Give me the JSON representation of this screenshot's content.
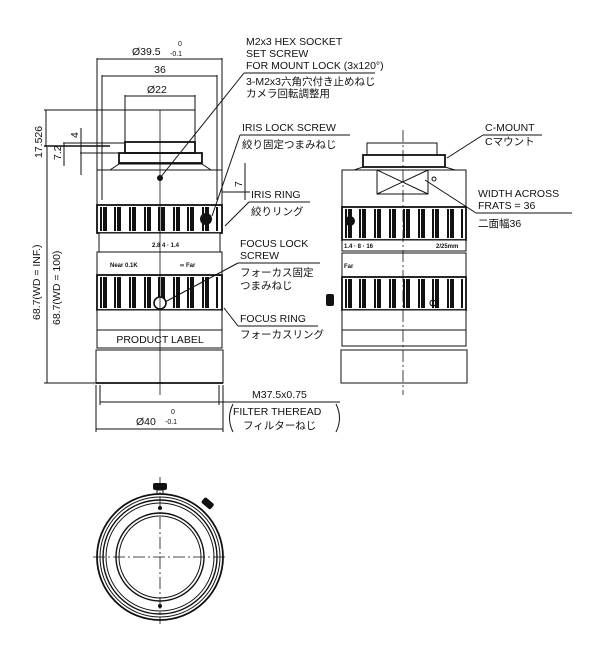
{
  "dimensions": {
    "outer_diameter": "Ø39.5",
    "outer_tol_upper": "0",
    "outer_tol_lower": "-0.1",
    "width_36": "36",
    "mount_diameter": "Ø22",
    "height_17_526": "17.526",
    "height_7_2": "7.2",
    "height_4": "4",
    "height_7": "7",
    "length_inf": "68.7(WD = INF.)",
    "length_100": "68.7(WD = 100)",
    "front_diameter": "Ø40",
    "front_tol_upper": "0",
    "front_tol_lower": "-0.1"
  },
  "callouts": {
    "mount_lock_line1": "M2x3 HEX SOCKET",
    "mount_lock_line2": "SET SCREW",
    "mount_lock_line3": "FOR MOUNT LOCK (3x120°)",
    "mount_lock_jp1": "3-M2x3六角穴付き止めねじ",
    "mount_lock_jp2": "カメラ回転調整用",
    "iris_lock": "IRIS LOCK SCREW",
    "iris_lock_jp": "絞り固定つまみねじ",
    "iris_ring": "IRIS RING",
    "iris_ring_jp": "絞りリング",
    "focus_lock_line1": "FOCUS LOCK",
    "focus_lock_line2": "SCREW",
    "focus_lock_jp1": "フォーカス固定",
    "focus_lock_jp2": "つまみねじ",
    "focus_ring": "FOCUS RING",
    "focus_ring_jp": "フォーカスリング",
    "product_label": "PRODUCT LABEL",
    "filter_thread_size": "M37.5x0.75",
    "filter_thread": "FILTER THEREAD",
    "filter_thread_jp": "フィルターねじ",
    "c_mount": "C-MOUNT",
    "c_mount_jp": "Cマウント",
    "width_across_1": "WIDTH ACROSS",
    "width_across_2": "FRATS = 36",
    "width_across_jp": "二面幅36"
  },
  "lens_markings": {
    "front_scale": "2.8   4  ·  1.4",
    "front_near": "Near 0.1K",
    "front_far": "∞ Far",
    "side_scale": "1.4  ·  8  · 16",
    "side_focal": "2/25mm",
    "side_far": "Far"
  }
}
